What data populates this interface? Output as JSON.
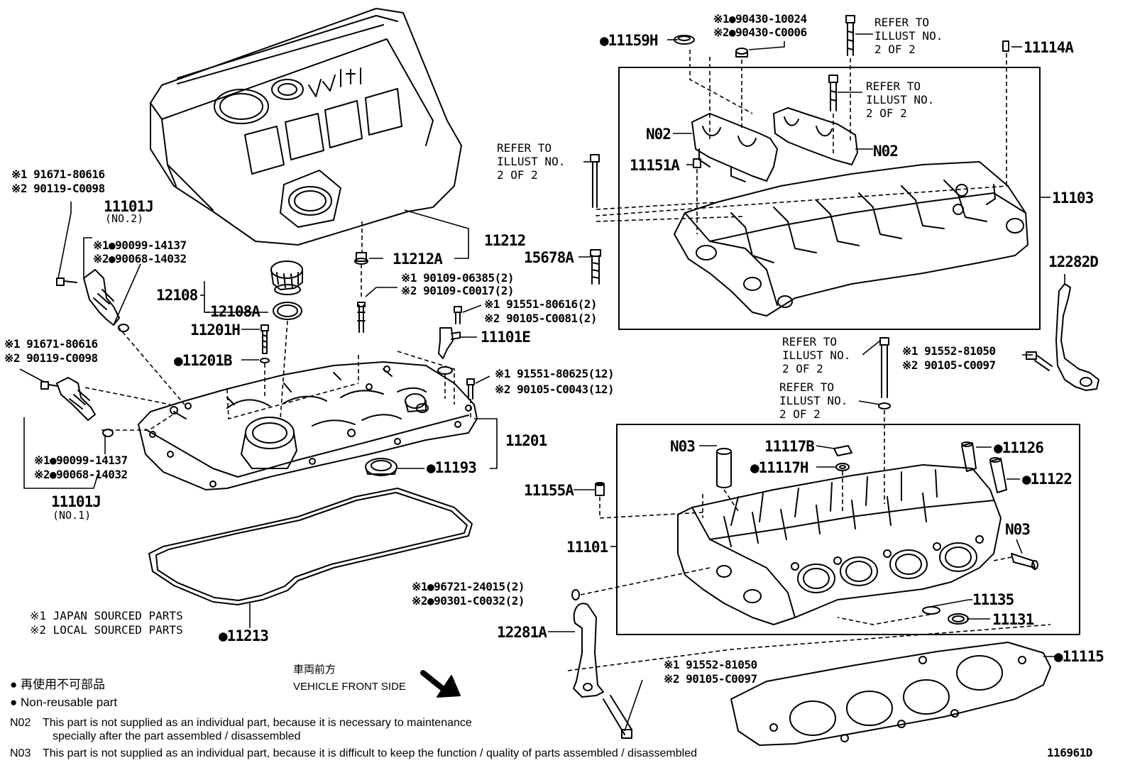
{
  "diagram_id": "116961D",
  "refer_text": [
    "REFER TO",
    "ILLUST NO.",
    "2 OF 2"
  ],
  "parts": {
    "p11159H": "●11159H",
    "p90430_1": "※1●90430-10024",
    "p90430_2": "※2●90430-C0006",
    "p11114A": "11114A",
    "pN02a": "N02",
    "pN02b": "N02",
    "p11151A": "11151A",
    "p11103": "11103",
    "p15678A": "15678A",
    "p12282D": "12282D",
    "p11212": "11212",
    "p11212A": "11212A",
    "p90109_1": "※1 90109-06385(2)",
    "p90109_2": "※2 90109-C0017(2)",
    "p91551a_1": "※1 91551-80616(2)",
    "p90105a_2": "※2 90105-C0081(2)",
    "p11101E": "11101E",
    "p91551b_1": "※1 91551-80625(12)",
    "p90105b_2": "※2 90105-C0043(12)",
    "p11201": "11201",
    "p11193": "●11193",
    "p12108": "12108",
    "p12108A": "12108A",
    "p11201H": "11201H",
    "p11201B": "●11201B",
    "p91671a_1": "※1 91671-80616",
    "p90119a_2": "※2 90119-C0098",
    "p11101J_no2": "11101J",
    "p_no2": "(NO.2)",
    "p90099a_1": "※1●90099-14137",
    "p90068a_2": "※2●90068-14032",
    "p91671b_1": "※1 91671-80616",
    "p90119b_2": "※2 90119-C0098",
    "p90099b_1": "※1●90099-14137",
    "p90068b_2": "※2●90068-14032",
    "p11101J_no1": "11101J",
    "p_no1": "(NO.1)",
    "p11213": "●11213",
    "p91552a_1": "※1 91552-81050",
    "p90105c_2": "※2 90105-C0097",
    "pN03a": "N03",
    "p11117B": "11117B",
    "p11117H": "●11117H",
    "p11126": "●11126",
    "p11122": "●11122",
    "p11155A": "11155A",
    "p11101": "11101",
    "pN03b": "N03",
    "p96721_1": "※1●96721-24015(2)",
    "p90301_2": "※2●90301-C0032(2)",
    "p11135": "11135",
    "p11131": "11131",
    "p12281A": "12281A",
    "p91552b_1": "※1 91552-81050",
    "p90105d_2": "※2 90105-C0097",
    "p11115": "●11115"
  },
  "notes": {
    "japan": "※1  JAPAN SOURCED PARTS",
    "local": "※2  LOCAL SOURCED PARTS",
    "front_jp": "車両前方",
    "front_en": "VEHICLE FRONT SIDE",
    "nonreuse_jp": "● 再使用不可部品",
    "nonreuse_en": "● Non-reusable part",
    "n02_code": "N02",
    "n02_line1": "This part is not supplied as an individual part, because it is necessary to maintenance",
    "n02_line2": "specially after the part assembled / disassembled",
    "n03_code": "N03",
    "n03_line1": "This part is not supplied as an individual part, because it is difficult to keep the function / quality of parts  assembled / disassembled"
  },
  "engine_cover_text": "VVT-i"
}
